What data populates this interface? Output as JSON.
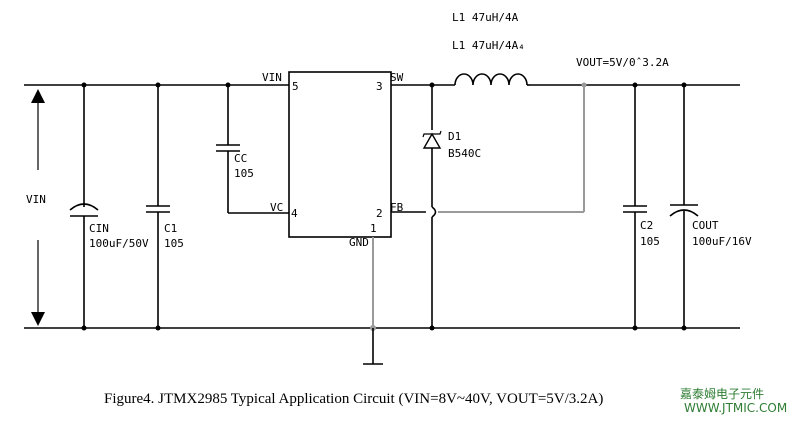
{
  "colors": {
    "ink": "#000000",
    "gnd_trace": "#9a9a9a",
    "watermark": "#2e7d32"
  },
  "labels": {
    "inductor_top": "L1 47uH/4A",
    "inductor": "L1 47uH/4A₄",
    "vout": "VOUT=5V/0ˆ3.2A",
    "vin_side": "VIN",
    "pin_vin": "VIN",
    "pin_sw": "SW",
    "pin_vc": "VC",
    "pin_fb": "FB",
    "pin_gnd": "GND",
    "pin5": "5",
    "pin3": "3",
    "pin4": "4",
    "pin2": "2",
    "pin1": "1",
    "cc_ref": "CC",
    "cc_val": "105",
    "d1_ref": "D1",
    "d1_val": "B540C",
    "cin_ref": "CIN",
    "cin_val": "100uF/50V",
    "c1_ref": "C1",
    "c1_val": "105",
    "c2_ref": "C2",
    "c2_val": "105",
    "cout_ref": "COUT",
    "cout_val": "100uF/16V"
  },
  "caption": "Figure4. JTMX2985 Typical Application Circuit (VIN=8V~40V, VOUT=5V/3.2A)",
  "watermark": {
    "line1": "嘉泰姆电子元件",
    "line2": "WWW.JTMIC.COM"
  }
}
